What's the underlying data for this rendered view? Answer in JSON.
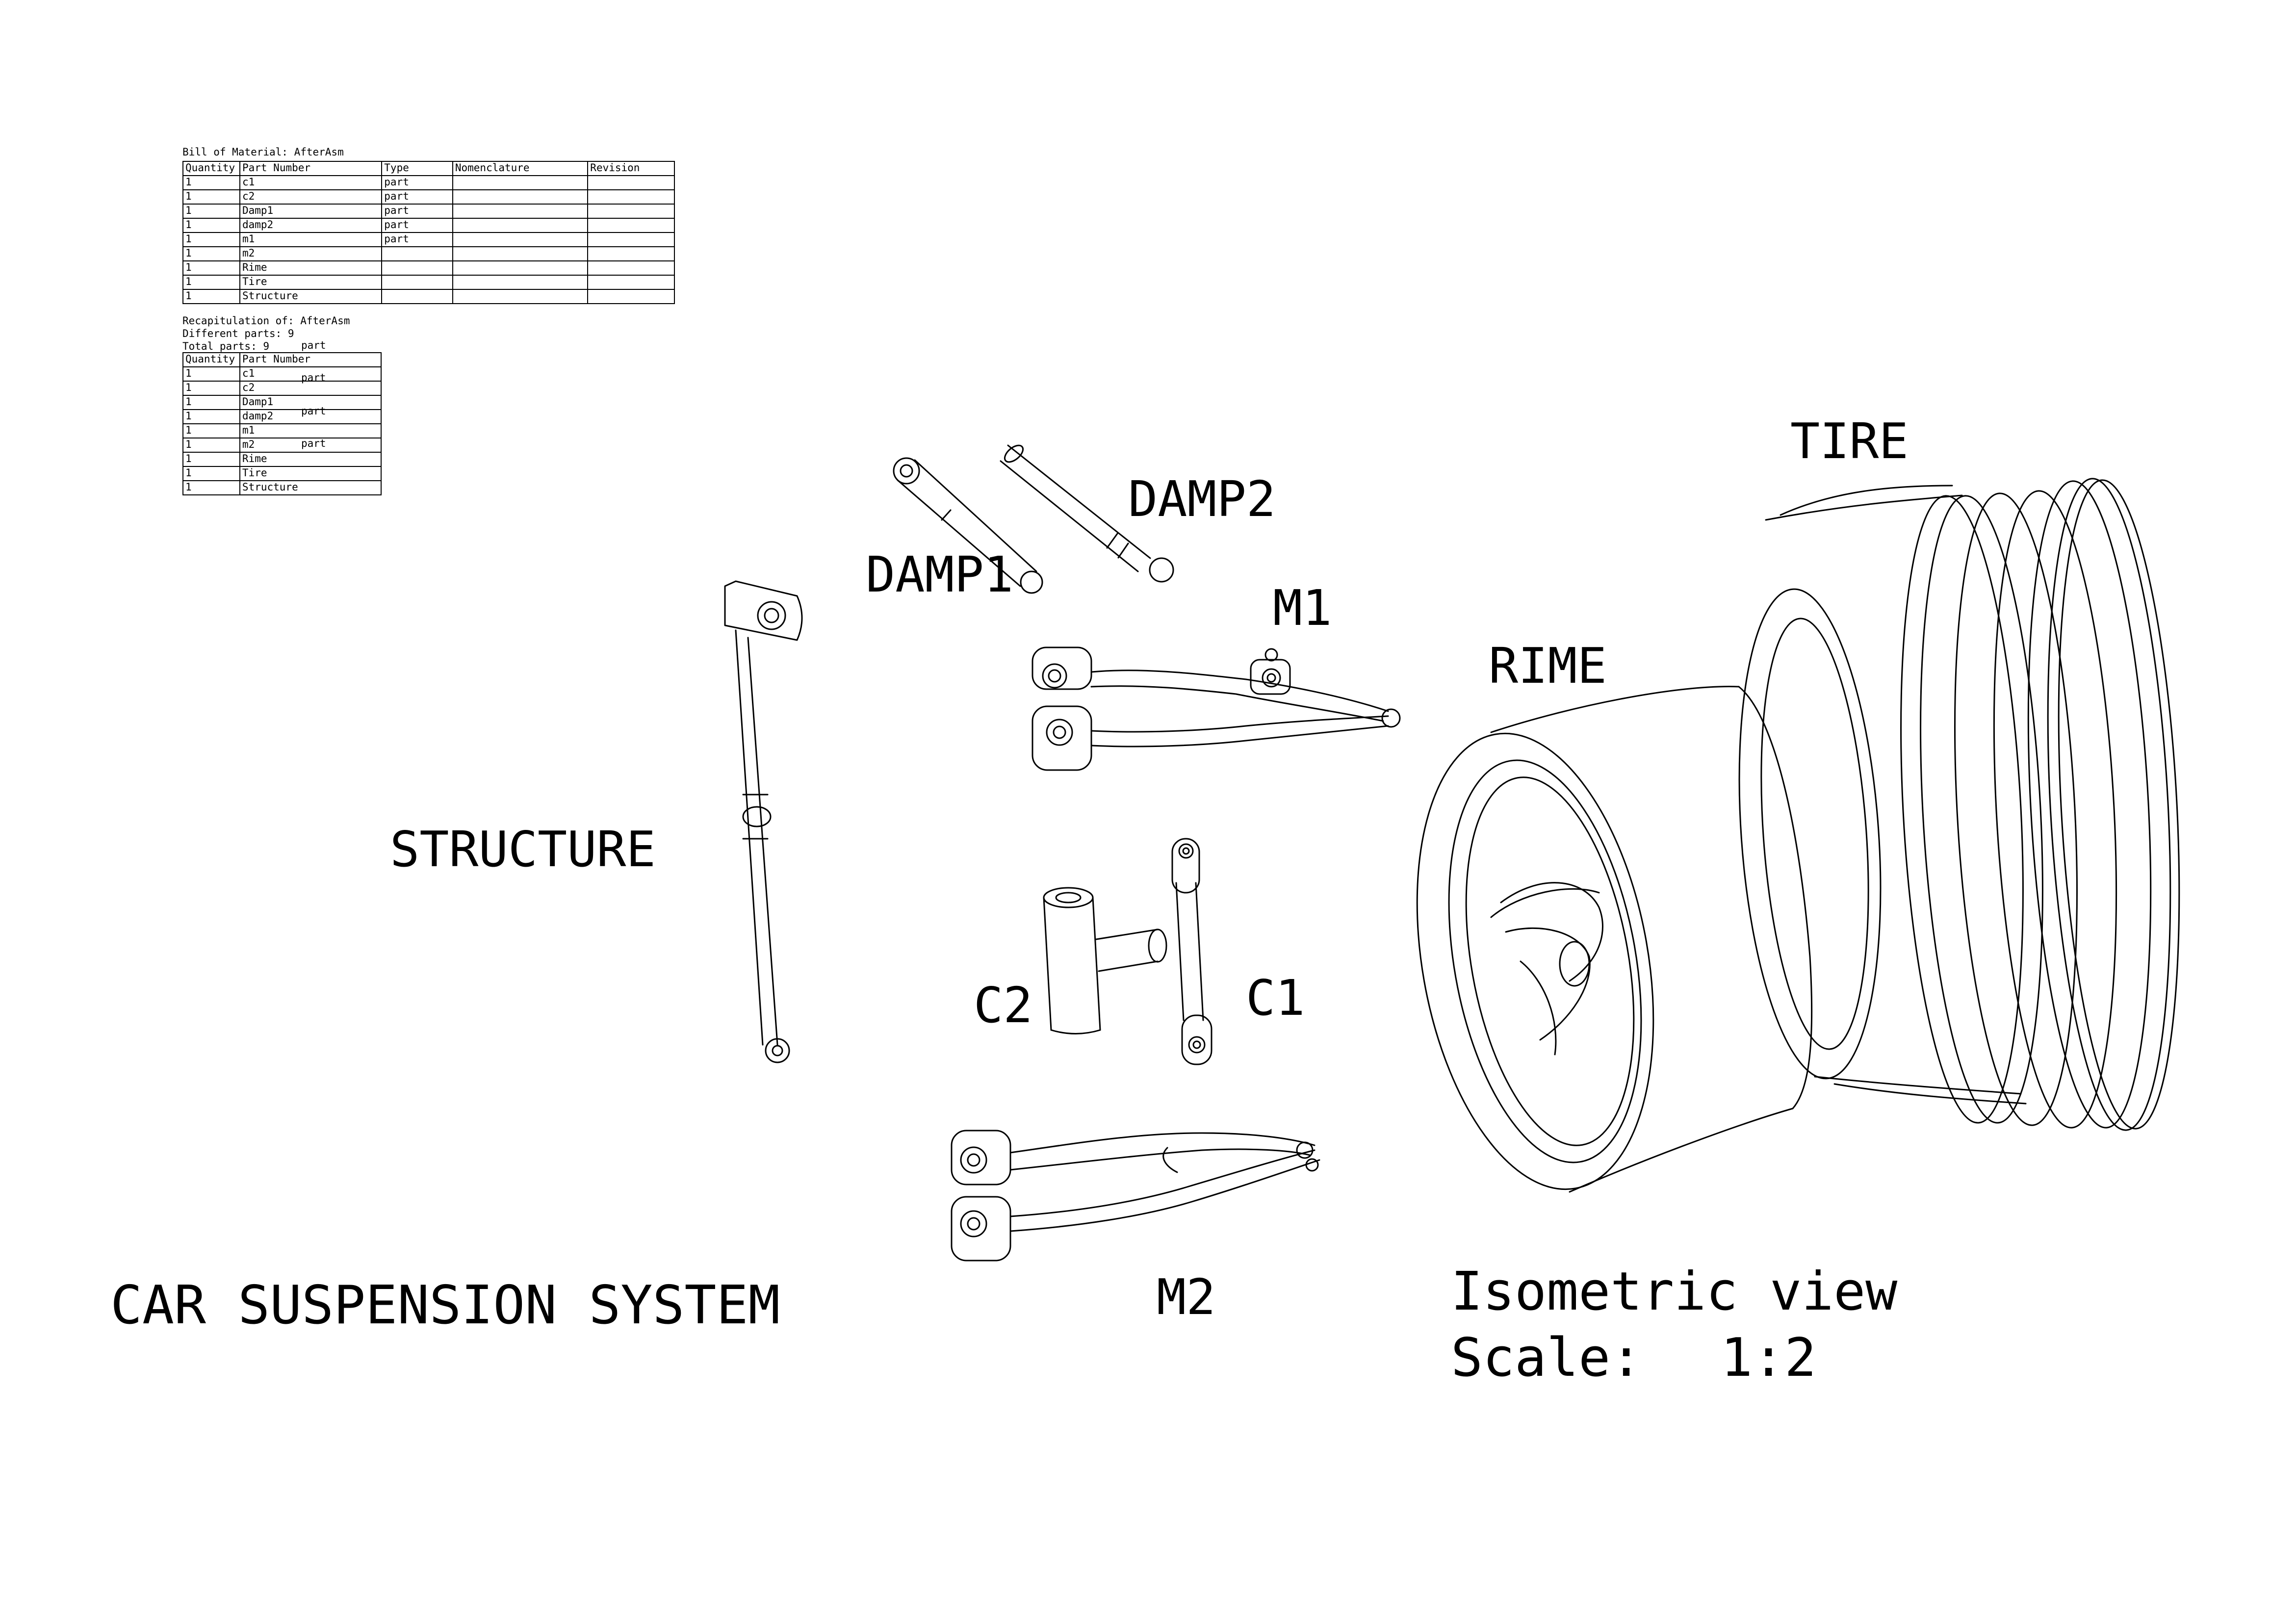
{
  "bill_of_material": {
    "title": "Bill of Material: AfterAsm",
    "columns": [
      "Quantity",
      "Part Number",
      "Type",
      "Nomenclature",
      "Revision"
    ],
    "rows": [
      {
        "quantity": "1",
        "part_number": "c1",
        "type": "part",
        "nomenclature": "",
        "revision": ""
      },
      {
        "quantity": "1",
        "part_number": "c2",
        "type": "part",
        "nomenclature": "",
        "revision": ""
      },
      {
        "quantity": "1",
        "part_number": "Damp1",
        "type": "part",
        "nomenclature": "",
        "revision": ""
      },
      {
        "quantity": "1",
        "part_number": "damp2",
        "type": "part",
        "nomenclature": "",
        "revision": ""
      },
      {
        "quantity": "1",
        "part_number": "m1",
        "type": "part",
        "nomenclature": "",
        "revision": ""
      },
      {
        "quantity": "1",
        "part_number": "m2",
        "type": "",
        "nomenclature": "",
        "revision": ""
      },
      {
        "quantity": "1",
        "part_number": "Rime",
        "type": "",
        "nomenclature": "",
        "revision": ""
      },
      {
        "quantity": "1",
        "part_number": "Tire",
        "type": "",
        "nomenclature": "",
        "revision": ""
      },
      {
        "quantity": "1",
        "part_number": "Structure",
        "type": "",
        "nomenclature": "",
        "revision": ""
      }
    ]
  },
  "recapitulation": {
    "title": "Recapitulation of: AfterAsm",
    "different_parts": "Different parts: 9",
    "total_parts": "Total parts: 9",
    "columns": [
      "Quantity",
      "Part Number"
    ],
    "rows": [
      {
        "quantity": "1",
        "part_number": "c1"
      },
      {
        "quantity": "1",
        "part_number": "c2"
      },
      {
        "quantity": "1",
        "part_number": "Damp1"
      },
      {
        "quantity": "1",
        "part_number": "damp2"
      },
      {
        "quantity": "1",
        "part_number": "m1"
      },
      {
        "quantity": "1",
        "part_number": "m2"
      },
      {
        "quantity": "1",
        "part_number": "Rime"
      },
      {
        "quantity": "1",
        "part_number": "Tire"
      },
      {
        "quantity": "1",
        "part_number": "Structure"
      }
    ],
    "overflow_type_labels": [
      "part",
      "part",
      "part",
      "part"
    ]
  },
  "part_labels": {
    "tire": "TIRE",
    "damp2": "DAMP2",
    "damp1": "DAMP1",
    "m1": "M1",
    "rime": "RIME",
    "structure": "STRUCTURE",
    "c2": "C2",
    "c1": "C1",
    "m2": "M2"
  },
  "drawing_title": "CAR SUSPENSION SYSTEM",
  "view_info": {
    "view": "Isometric view",
    "scale_label": "Scale:",
    "scale_value": "1:2"
  },
  "colors": {
    "line": "#000000",
    "background": "#ffffff"
  }
}
